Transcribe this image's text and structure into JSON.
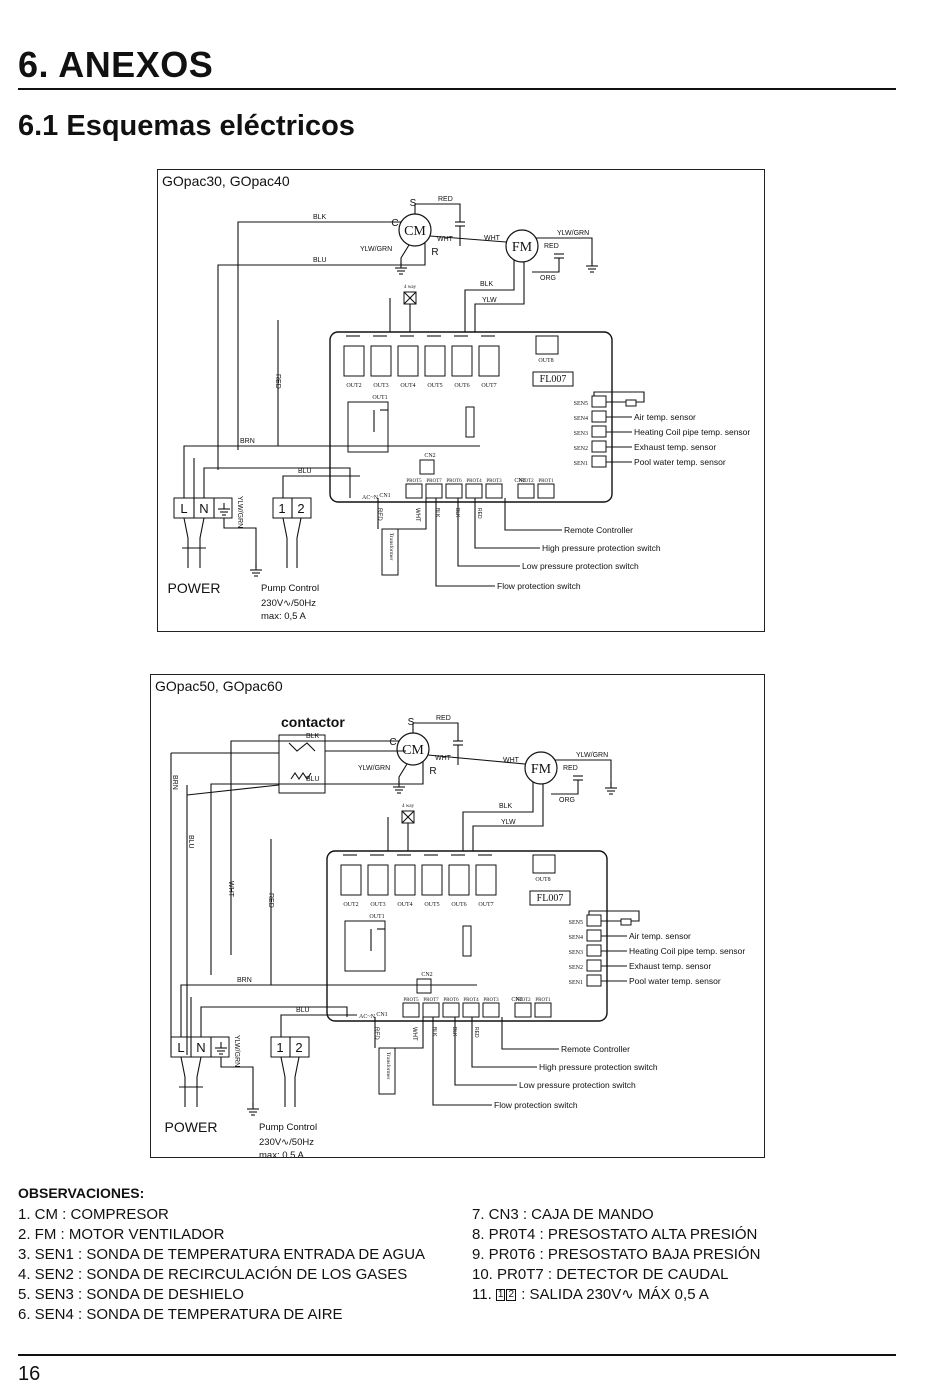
{
  "header": {
    "title": "6. ANEXOS",
    "subtitle": "6.1 Esquemas eléctricos"
  },
  "diagram1": {
    "title": "GOpac30, GOpac40",
    "compressor": "CM",
    "fan": "FM",
    "board": "FL007",
    "terminals": {
      "L": "L",
      "N": "N",
      "one": "1",
      "two": "2"
    },
    "wires": {
      "blk": "BLK",
      "blu": "BLU",
      "brn": "BRN",
      "red": "RED",
      "wht": "WHT",
      "ylw": "YLW",
      "ylwgrn": "YLW/GRN",
      "org": "ORG"
    },
    "pins": {
      "s": "S",
      "c": "C",
      "r": "R"
    },
    "fourway": "4 way",
    "outs": [
      "OUT2",
      "OUT3",
      "OUT4",
      "OUT5",
      "OUT6",
      "OUT7"
    ],
    "out8": "OUT8",
    "out1": "OUT1",
    "cn2": "CN2",
    "cn3": "CN3",
    "cn1": "CN1",
    "acn": "AC~N",
    "prots": [
      "PROT5",
      "PROT7",
      "PROT6",
      "PROT4",
      "PROT3",
      "PROT2",
      "PROT1"
    ],
    "sen_labels": [
      "SEN5",
      "SEN4",
      "SEN3",
      "SEN2",
      "SEN1"
    ],
    "sensors": [
      "Air temp. sensor",
      "Heating Coil pipe temp. sensor",
      "Exhaust temp. sensor",
      "Pool water temp. sensor"
    ],
    "switches": [
      "Remote Controller",
      "High pressure protection switch",
      "Low pressure protection switch",
      "Flow protection switch"
    ],
    "transformer": "Transformer",
    "power": "POWER",
    "pump": [
      "Pump Control",
      "230V∿/50Hz",
      "max: 0,5 A"
    ]
  },
  "diagram2": {
    "title": "GOpac50, GOpac60",
    "contactor": "contactor",
    "compressor": "CM",
    "fan": "FM",
    "board": "FL007",
    "terminals": {
      "L": "L",
      "N": "N",
      "one": "1",
      "two": "2"
    },
    "wires": {
      "blk": "BLK",
      "blu": "BLU",
      "brn": "BRN",
      "red": "RED",
      "wht": "WHT",
      "ylw": "YLW",
      "ylwgrn": "YLW/GRN",
      "org": "ORG"
    },
    "pins": {
      "s": "S",
      "c": "C",
      "r": "R"
    },
    "fourway": "4 way",
    "outs": [
      "OUT2",
      "OUT3",
      "OUT4",
      "OUT5",
      "OUT6",
      "OUT7"
    ],
    "out8": "OUT8",
    "out1": "OUT1",
    "cn2": "CN2",
    "cn3": "CN3",
    "cn1": "CN1",
    "acn": "AC~N",
    "prots": [
      "PROT5",
      "PROT7",
      "PROT6",
      "PROT4",
      "PROT3",
      "PROT2",
      "PROT1"
    ],
    "sen_labels": [
      "SEN5",
      "SEN4",
      "SEN3",
      "SEN2",
      "SEN1"
    ],
    "sensors": [
      "Air temp. sensor",
      "Heating Coil pipe temp. sensor",
      "Exhaust temp. sensor",
      "Pool water temp. sensor"
    ],
    "switches": [
      "Remote Controller",
      "High pressure protection switch",
      "Low pressure protection switch",
      "Flow protection switch"
    ],
    "transformer": "Transformer",
    "power": "POWER",
    "pump": [
      "Pump Control",
      "230V∿/50Hz",
      "max: 0,5 A"
    ]
  },
  "observations": {
    "heading": "OBSERVACIONES:",
    "left": [
      "1. CM : COMPRESOR",
      "2. FM : MOTOR VENTILADOR",
      "3. SEN1 : SONDA DE TEMPERATURA ENTRADA DE AGUA",
      "4. SEN2 : SONDA DE RECIRCULACIÓN DE LOS GASES",
      "5. SEN3 : SONDA DE DESHIELO",
      "6. SEN4 : SONDA DE TEMPERATURA DE AIRE"
    ],
    "right": [
      "7. CN3 : CAJA DE MANDO",
      "8. PR0T4  : PRESOSTATO ALTA PRESIÓN",
      "9. PR0T6  : PRESOSTATO BAJA PRESIÓN",
      "10. PR0T7  : DETECTOR DE CAUDAL"
    ],
    "item11_prefix": "11.",
    "item11_box1": "1",
    "item11_box2": "2",
    "item11_text": " : SALIDA 230V∿ MÁX 0,5 A"
  },
  "footer": {
    "page": "16"
  }
}
